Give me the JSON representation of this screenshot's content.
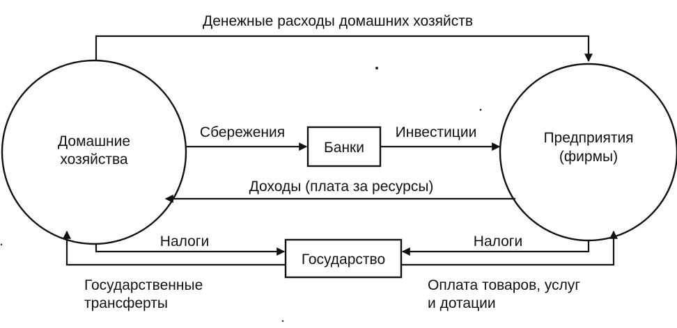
{
  "nodes": {
    "households": {
      "line1": "Домашние",
      "line2": "хозяйства"
    },
    "firms": {
      "line1": "Предприятия",
      "line2": "(фирмы)"
    },
    "banks": {
      "label": "Банки"
    },
    "government": {
      "label": "Государство"
    }
  },
  "flows": {
    "household_spending": "Денежные расходы домашних хозяйств",
    "savings": "Сбережения",
    "investments": "Инвестиции",
    "incomes": "Доходы (плата за ресурсы)",
    "taxes_households": "Налоги",
    "taxes_firms": "Налоги",
    "transfers": {
      "line1": "Государственные",
      "line2": "трансферты"
    },
    "purchases": {
      "line1": "Оплата товаров, услуг",
      "line2": "и дотации"
    }
  }
}
